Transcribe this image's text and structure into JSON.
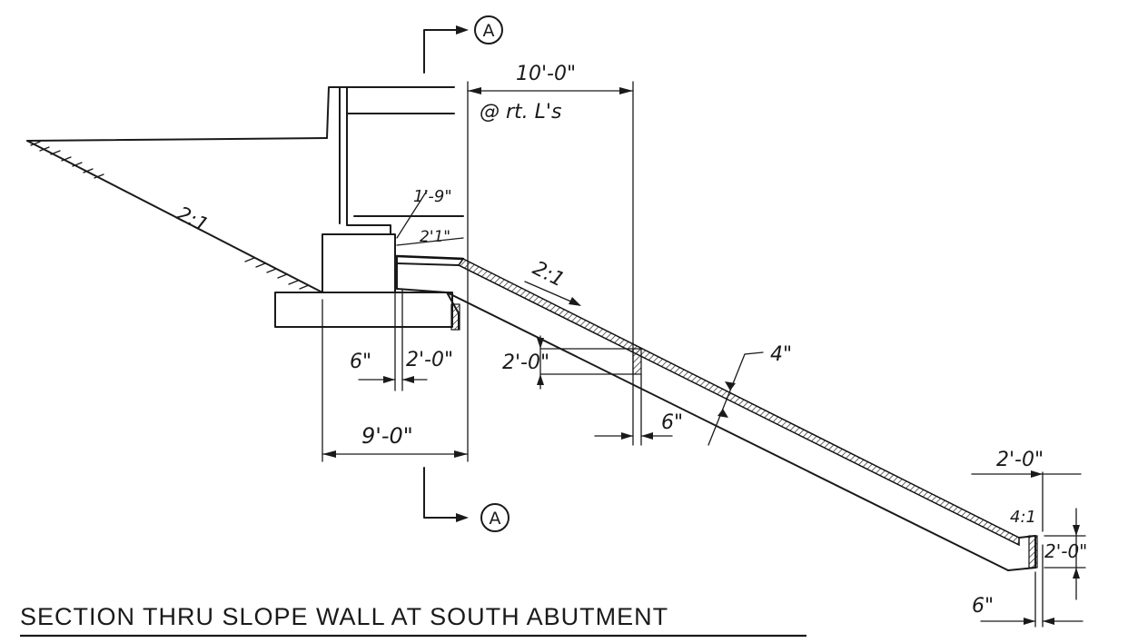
{
  "title": "SECTION THRU SLOPE WALL AT SOUTH ABUTMENT",
  "section_marker": "A",
  "slope_left": "2:1",
  "slope_right": "2:1",
  "dims": {
    "top_width": "10'-0\"",
    "top_width_note": "@ rt. L's",
    "bottom_width": "9'-0\"",
    "d_6in_left": "6\"",
    "d_2ft_left": "2'-0\"",
    "d_2ft_mid": "2'-0\"",
    "d_6in_mid": "6\"",
    "d_4in": "4\"",
    "d_1ft9": "1'-9\"",
    "d_2ft1": "2'1\"",
    "d_2ft_toe_w": "2'-0\"",
    "toe_slope": "4:1",
    "d_2ft_toe_h": "2'-0\"",
    "d_6in_toe": "6\""
  }
}
